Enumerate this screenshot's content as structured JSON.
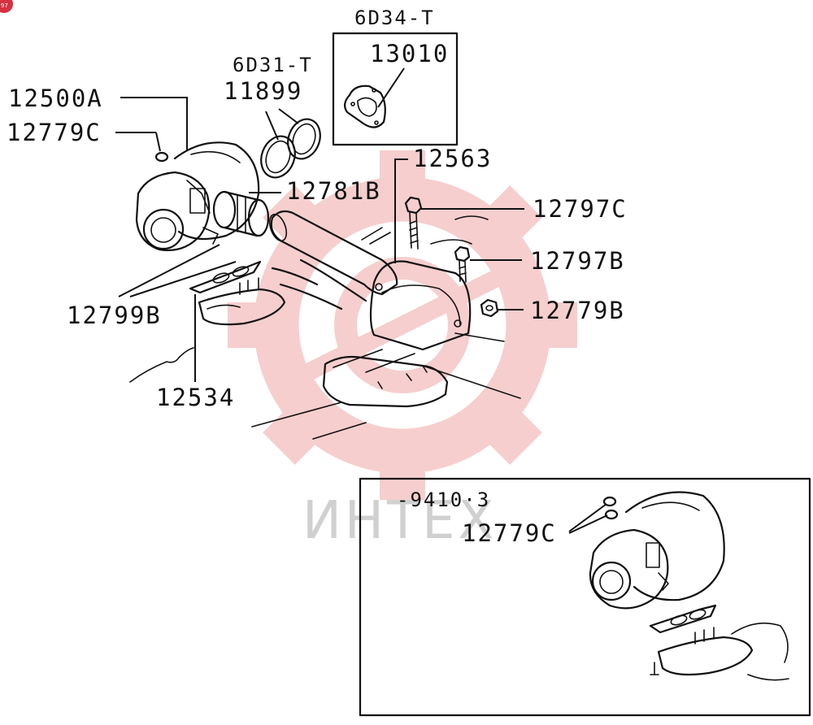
{
  "corner_badge": "97",
  "watermark": {
    "text": "ИНТЕХ",
    "gear_color": "#f6c9c9",
    "text_color": "#d0d0d0"
  },
  "boxes": {
    "main_inset": {
      "label": "6D34-T",
      "part": "13010"
    },
    "lower_inset": {
      "label": "-9410·3",
      "part": "12779C"
    }
  },
  "variants": {
    "d31": "6D31-T"
  },
  "parts": {
    "p12500A": "12500A",
    "p12779C": "12779C",
    "p11899": "11899",
    "p12781B": "12781B",
    "p12563": "12563",
    "p12797C": "12797C",
    "p12797B": "12797B",
    "p12779B": "12779B",
    "p12799B": "12799B",
    "p12534": "12534"
  }
}
